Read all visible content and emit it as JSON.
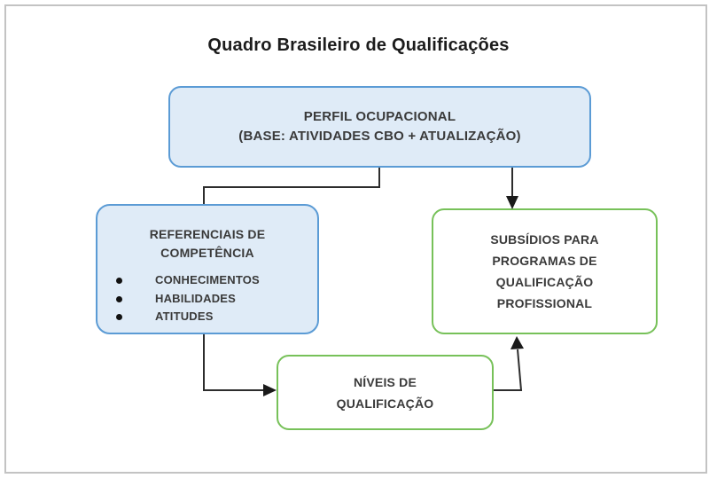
{
  "title": "Quadro Brasileiro de Qualificações",
  "nodes": {
    "perfil": {
      "line1": "PERFIL OCUPACIONAL",
      "line2": "(BASE: ATIVIDADES CBO + ATUALIZAÇÃO)"
    },
    "referenciais": {
      "line1": "REFERENCIAIS DE",
      "line2": "COMPETÊNCIA",
      "bullets": [
        "CONHECIMENTOS",
        "HABILIDADES",
        "ATITUDES"
      ]
    },
    "subsidios": {
      "line1": "SUBSÍDIOS PARA",
      "line2": "PROGRAMAS DE",
      "line3": "QUALIFICAÇÃO",
      "line4": "PROFISSIONAL"
    },
    "niveis": {
      "line1": "NÍVEIS DE",
      "line2": "QUALIFICAÇÃO"
    }
  },
  "edges": [
    {
      "from": "PERFIL OCUPACIONAL",
      "to": "REFERENCIAIS DE COMPETÊNCIA",
      "style": "elbow",
      "arrowhead": false
    },
    {
      "from": "PERFIL OCUPACIONAL",
      "to": "SUBSÍDIOS PARA PROGRAMAS DE QUALIFICAÇÃO PROFISSIONAL",
      "style": "straight",
      "arrowhead": true
    },
    {
      "from": "REFERENCIAIS DE COMPETÊNCIA",
      "to": "NÍVEIS DE QUALIFICAÇÃO",
      "style": "elbow",
      "arrowhead": true
    },
    {
      "from": "NÍVEIS DE QUALIFICAÇÃO",
      "to": "SUBSÍDIOS PARA PROGRAMAS DE QUALIFICAÇÃO PROFISSIONAL",
      "style": "elbow",
      "arrowhead": true
    }
  ],
  "colors": {
    "blue_box_border": "#5B9BD5",
    "blue_box_fill": "#DFEBF7",
    "green_box_border": "#77C159",
    "green_box_fill": "#FFFFFF",
    "connector": "#2D2D2D",
    "text": "#3A3A3A",
    "title_text": "#1C1C1C",
    "page_border": "#C3C3C3"
  }
}
